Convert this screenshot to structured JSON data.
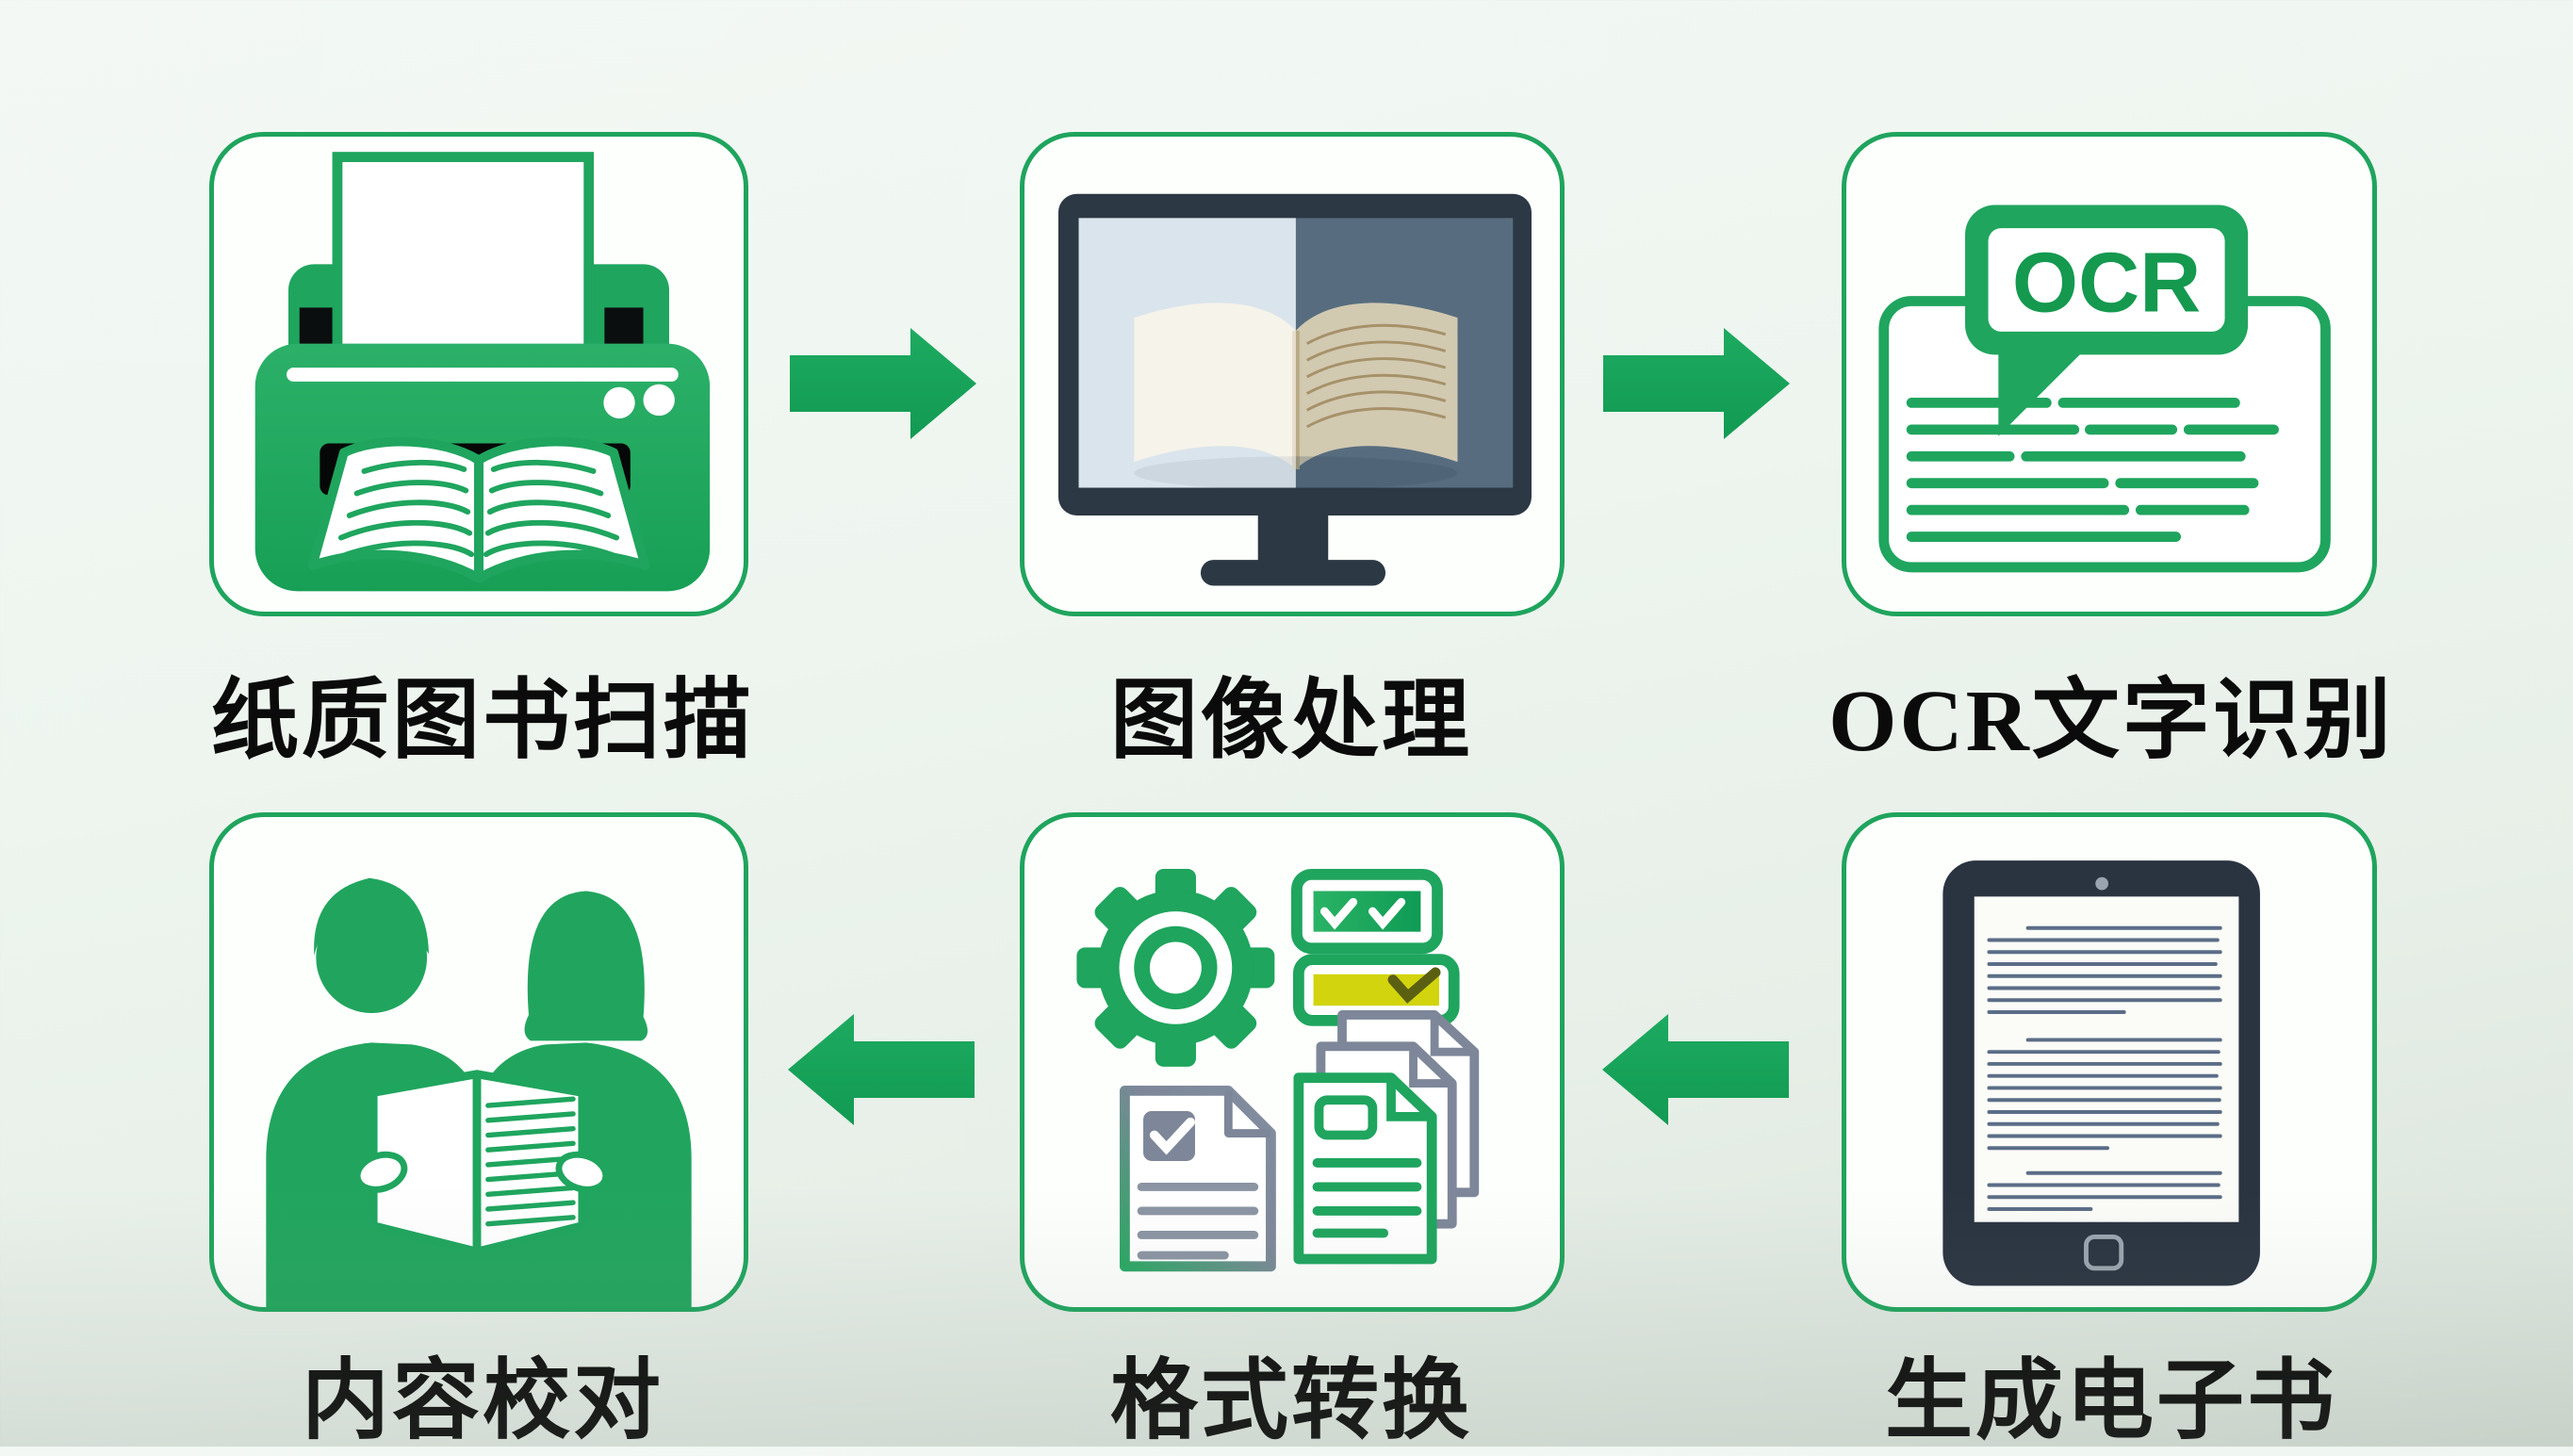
{
  "diagram": {
    "type": "flowchart",
    "colors": {
      "accent_green": "#1ea45c",
      "device_dark": "#2c3843",
      "slate_gray": "#7d8799",
      "highlight_yellow": "#d2d40d",
      "label_text": "#0b0b0b",
      "background_top": "#f3f8f4",
      "background_bottom": "#d6dfd7"
    },
    "rows": [
      {
        "arrow_direction": "right",
        "steps": [
          {
            "label": "纸质图书扫描",
            "icon": "printer-scanning-book-icon"
          },
          {
            "label": "图像处理",
            "icon": "monitor-image-compare-icon"
          },
          {
            "label": "OCR文字识别",
            "icon": "ocr-document-icon",
            "badge_text": "OCR"
          }
        ]
      },
      {
        "arrow_direction": "left",
        "steps": [
          {
            "label": "内容校对",
            "icon": "people-proofreading-icon"
          },
          {
            "label": "格式转换",
            "icon": "gear-documents-icon"
          },
          {
            "label": "生成电子书",
            "icon": "ereader-icon"
          }
        ]
      }
    ]
  }
}
